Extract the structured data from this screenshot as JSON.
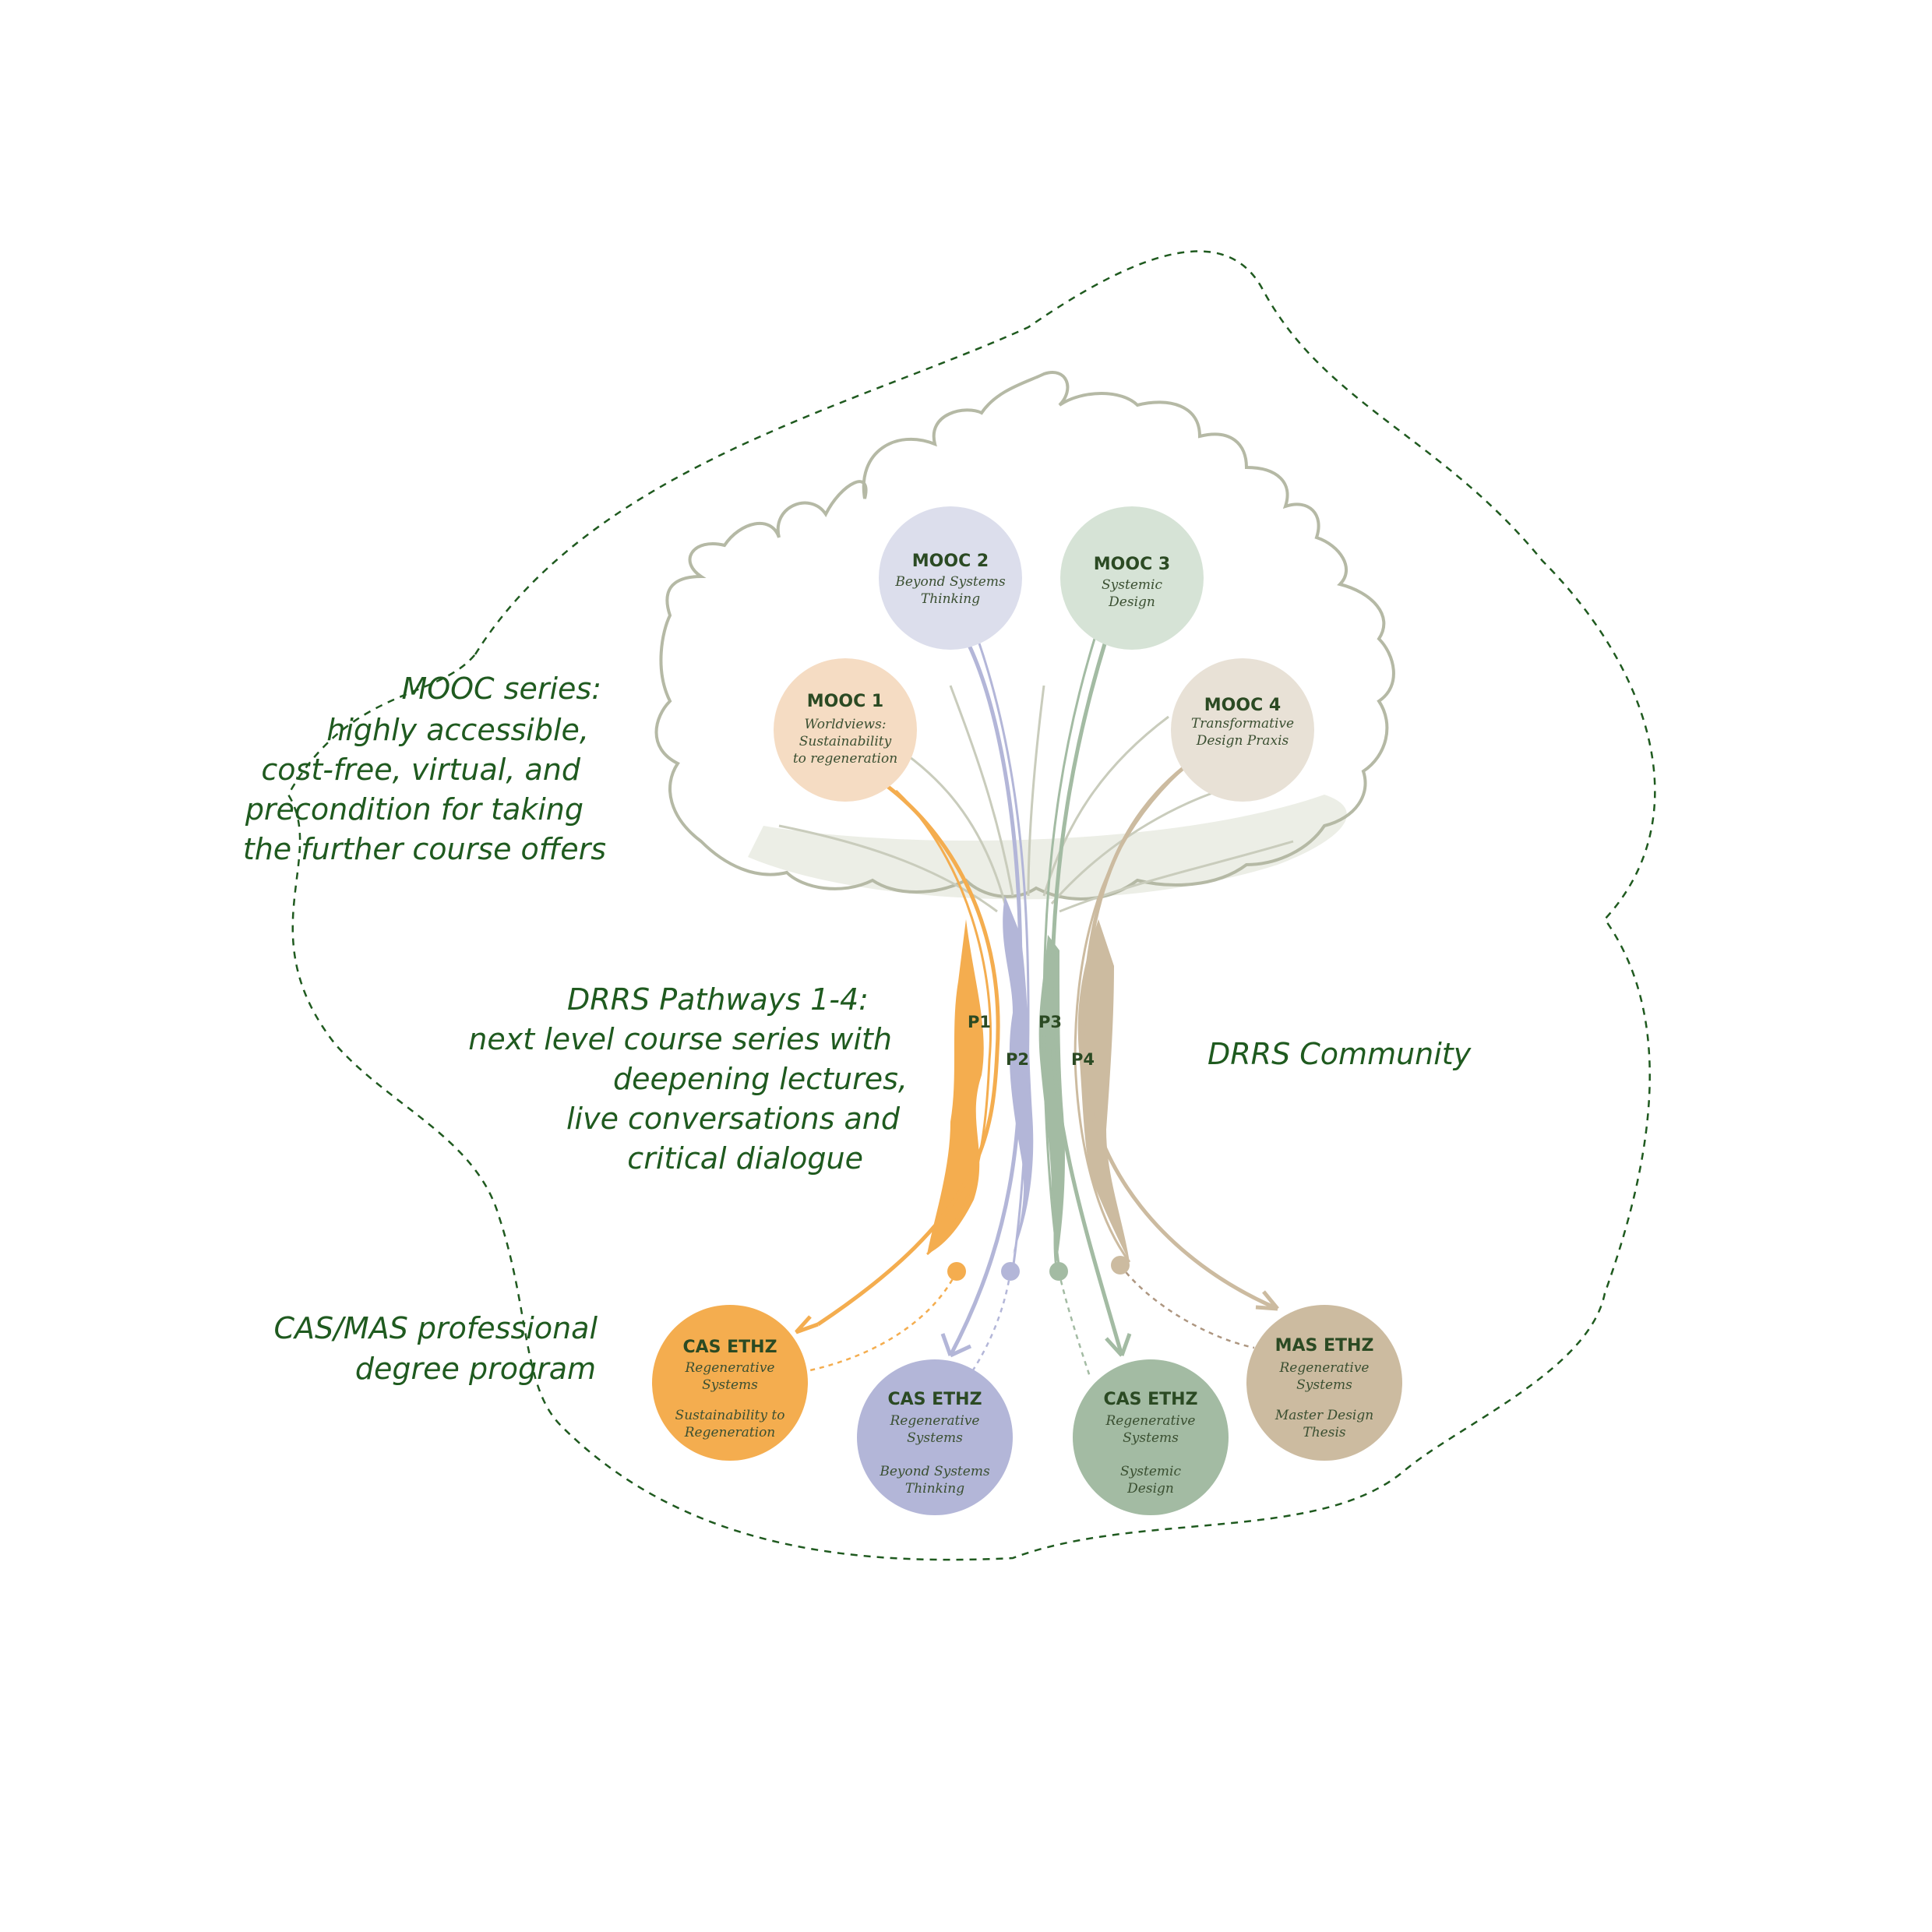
{
  "annotations": {
    "mooc_series": [
      "MOOC series:",
      "highly accessible,",
      "cost-free, virtual, and",
      "precondition for taking",
      "the further course offers"
    ],
    "pathways": [
      "DRRS Pathways 1-4:",
      "next level course series with",
      "deepening lectures,",
      "live conversations and",
      "critical dialogue"
    ],
    "community": "DRRS Community",
    "casmas": [
      "CAS/MAS professional",
      "degree program"
    ]
  },
  "moocs": [
    {
      "title": "MOOC 1",
      "sub": [
        "Worldviews:",
        "Sustainability",
        "to regeneration"
      ],
      "color": "#f5dcc3"
    },
    {
      "title": "MOOC 2",
      "sub": [
        "Beyond Systems",
        "Thinking"
      ],
      "color": "#dcdeec"
    },
    {
      "title": "MOOC 3",
      "sub": [
        "Systemic",
        "Design"
      ],
      "color": "#d6e3d6"
    },
    {
      "title": "MOOC 4",
      "sub": [
        "Transformative",
        "Design Praxis"
      ],
      "color": "#e8e1d6"
    }
  ],
  "pathways": [
    {
      "label": "P1",
      "color": "#f4ad4f"
    },
    {
      "label": "P2",
      "color": "#b3b6d8"
    },
    {
      "label": "P3",
      "color": "#a3bba3"
    },
    {
      "label": "P4",
      "color": "#ccbba0"
    }
  ],
  "programs": [
    {
      "title": "CAS ETHZ",
      "sub1": [
        "Regenerative",
        "Systems"
      ],
      "sub2": [
        "Sustainability to",
        "Regeneration"
      ],
      "color": "#f4ad4f"
    },
    {
      "title": "CAS ETHZ",
      "sub1": [
        "Regenerative",
        "Systems"
      ],
      "sub2": [
        "Beyond Systems",
        "Thinking"
      ],
      "color": "#b3b6d8"
    },
    {
      "title": "CAS ETHZ",
      "sub1": [
        "Regenerative",
        "Systems"
      ],
      "sub2": [
        "Systemic",
        "Design"
      ],
      "color": "#a3bba3"
    },
    {
      "title": "MAS ETHZ",
      "sub1": [
        "Regenerative",
        "Systems"
      ],
      "sub2": [
        "Master Design",
        "Thesis"
      ],
      "color": "#ccbba0"
    }
  ],
  "colors": {
    "outline": "#1f5a1f",
    "tree": "#b5b9a5",
    "text": "#1f5a1f"
  }
}
